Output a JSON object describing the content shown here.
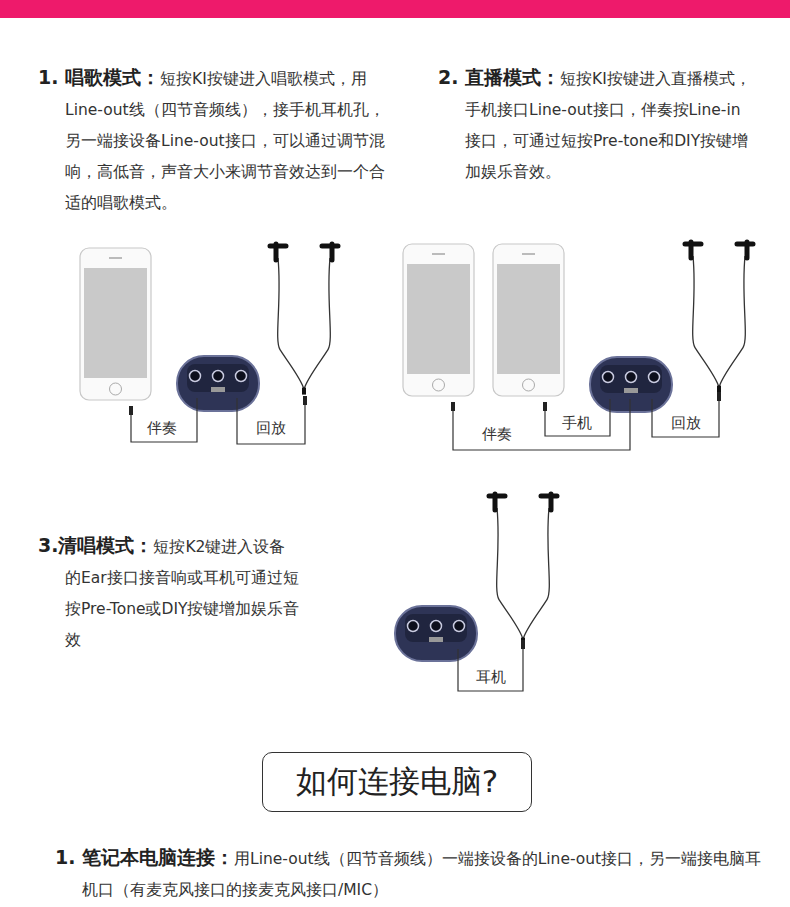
{
  "diagram": {
    "nodes": [
      {
        "text": [
          "如何连接电脑?"
        ]
      }
    ],
    "labels": [
      "1. 唱歌模式：",
      "短按KI按键进入唱歌模式，用Line-out线（四节音频线），接手机耳机孔，另一端接设备Line-out接口，可以通过调节混响，高低音，声音大小来调节音效达到一个合适的唱歌模式。",
      "2. 直播模式：",
      "短按KI按键进入直播模式，手机接口Line-out接口，伴奏按Line-in接口，可通过短按Pre-tone和DIY按键增加娱乐音效。",
      "3.清唱模式：",
      "短按K2键进入设备的Ear接口接音响或耳机可通过短按Pre-Tone或DIY按键增加娱乐音效",
      "1. 笔记本电脑连接：",
      "用Line-out线（四节音频线）一端接设备的Line-out接口，另一端接电脑耳机口（有麦克风接口的接麦克风接口/MIC）",
      "伴奏",
      "回放",
      "伴奏",
      "手机",
      "回放",
      "耳机"
    ]
  }
}
